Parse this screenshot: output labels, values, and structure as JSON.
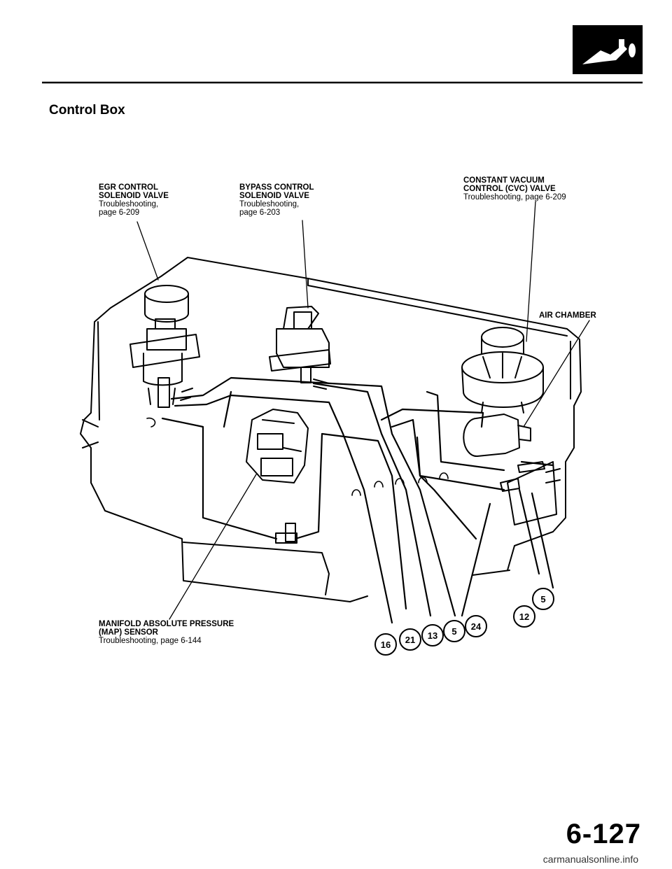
{
  "section_title": "Control Box",
  "header_icon": "fuel-nozzle-icon",
  "callouts": {
    "egr": {
      "lines": [
        "EGR CONTROL",
        "SOLENOID VALVE"
      ],
      "ref": [
        "Troubleshooting,",
        "page 6-209"
      ]
    },
    "bypass": {
      "lines": [
        "BYPASS CONTROL",
        "SOLENOID VALVE"
      ],
      "ref": [
        "Troubleshooting,",
        "page 6-203"
      ]
    },
    "cvc": {
      "lines": [
        "CONSTANT VACUUM",
        "CONTROL (CVC) VALVE"
      ],
      "ref": [
        "Troubleshooting, page 6-209"
      ]
    },
    "air_chamber": {
      "lines": [
        "AIR CHAMBER"
      ]
    },
    "map": {
      "lines": [
        "MANIFOLD ABSOLUTE PRESSURE",
        "(MAP) SENSOR"
      ],
      "ref": [
        "Troubleshooting, page 6-144"
      ]
    }
  },
  "hose_numbers": [
    "16",
    "21",
    "13",
    "5",
    "24",
    "12",
    "5"
  ],
  "page_number": "6-127",
  "watermark": "carmanualsonline.info"
}
